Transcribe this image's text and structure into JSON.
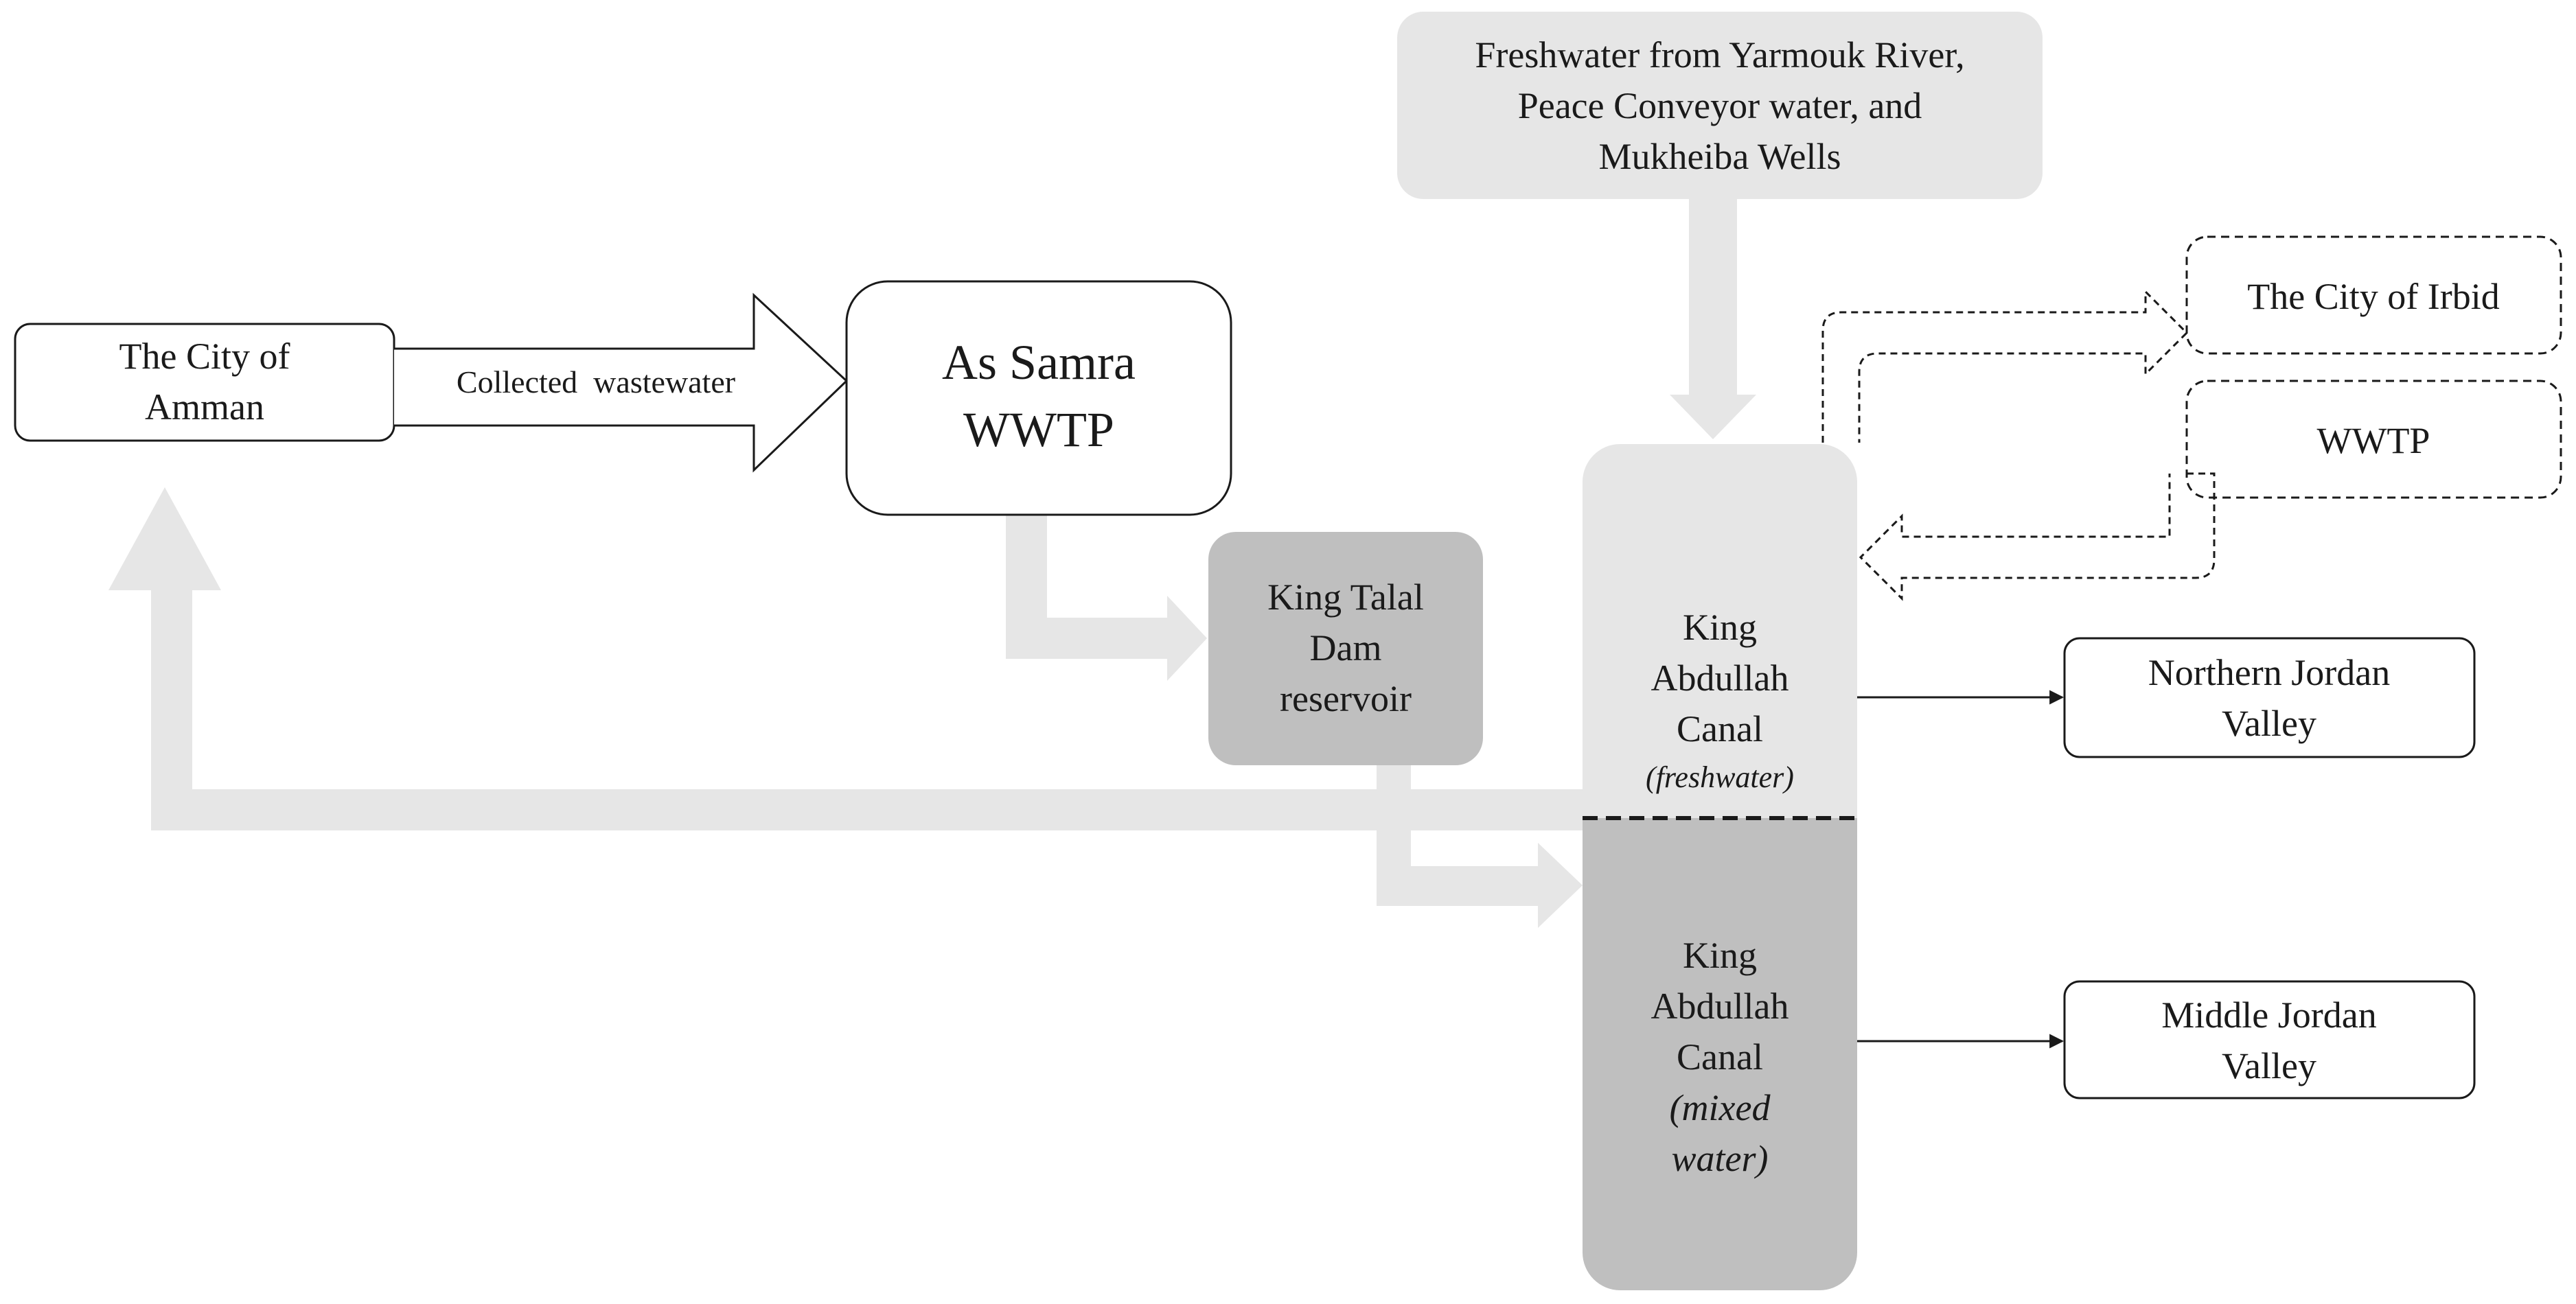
{
  "nodes": {
    "amman": {
      "line1": "The City of",
      "line2": "Amman"
    },
    "as_samra": {
      "line1": "As Samra",
      "line2": "WWTP"
    },
    "freshwater_sources": {
      "line1": "Freshwater from Yarmouk River,",
      "line2": "Peace Conveyor water, and",
      "line3": "Mukheiba Wells"
    },
    "king_talal": {
      "line1": "King Talal",
      "line2": "Dam",
      "line3": "reservoir"
    },
    "kac_fresh": {
      "line1": "King",
      "line2": "Abdullah",
      "line3": "Canal",
      "line4": "(freshwater)"
    },
    "kac_mixed": {
      "line1": "King",
      "line2": "Abdullah",
      "line3": "Canal",
      "line4": "(mixed",
      "line5": "water)"
    },
    "irbid": {
      "label": "The City of Irbid"
    },
    "irbid_wwtp": {
      "label": "WWTP"
    },
    "northern_jv": {
      "line1": "Northern Jordan",
      "line2": "Valley"
    },
    "middle_jv": {
      "line1": "Middle Jordan",
      "line2": "Valley"
    }
  },
  "edges": {
    "collected_wastewater": {
      "label": "Collected  wastewater"
    }
  },
  "colors": {
    "flow_arrow": "#e6e6e6",
    "light_box": "#e6e6e6",
    "talal_box": "#bfbfbf",
    "mixed_box": "#bfbfbf",
    "stroke": "#1a1a1a",
    "background": "#ffffff"
  }
}
